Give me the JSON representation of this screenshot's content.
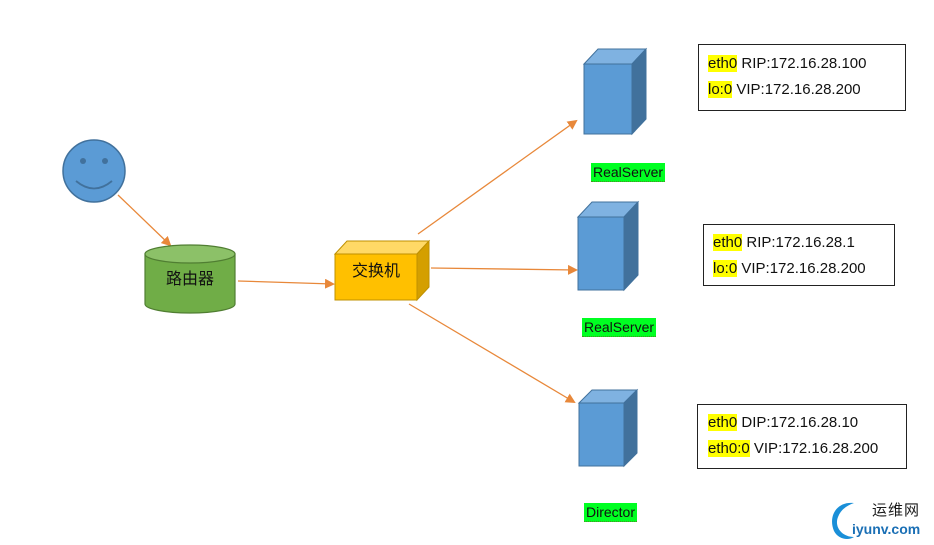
{
  "nodes": {
    "router_label": "路由器",
    "switch_label": "交换机"
  },
  "servers": [
    {
      "tag": "RealServer",
      "iface1": "eth0",
      "addr1": " RIP:172.16.28.100",
      "iface2": "lo:0",
      "addr2": " VIP:172.16.28.200"
    },
    {
      "tag": "RealServer",
      "iface1": "eth0",
      "addr1": " RIP:172.16.28.1",
      "iface2": "lo:0",
      "addr2": " VIP:172.16.28.200"
    },
    {
      "tag": "Director",
      "iface1": "eth0",
      "addr1": " DIP:172.16.28.10",
      "iface2": "eth0:0",
      "addr2": " VIP:172.16.28.200"
    }
  ],
  "watermark": {
    "name": "运维网",
    "url": "iyunv.com"
  },
  "colors": {
    "arrow": "#e8883a",
    "client": "#5b9bd5",
    "router": "#70ad47",
    "switch": "#ffc000",
    "server": "#5b9bd5",
    "tag_bg": "#00ff22",
    "highlight": "#ffff00"
  },
  "icons": {
    "client": "smiley-face-icon",
    "router": "cylinder-icon",
    "switch": "cube-icon",
    "server": "server-tower-icon"
  }
}
